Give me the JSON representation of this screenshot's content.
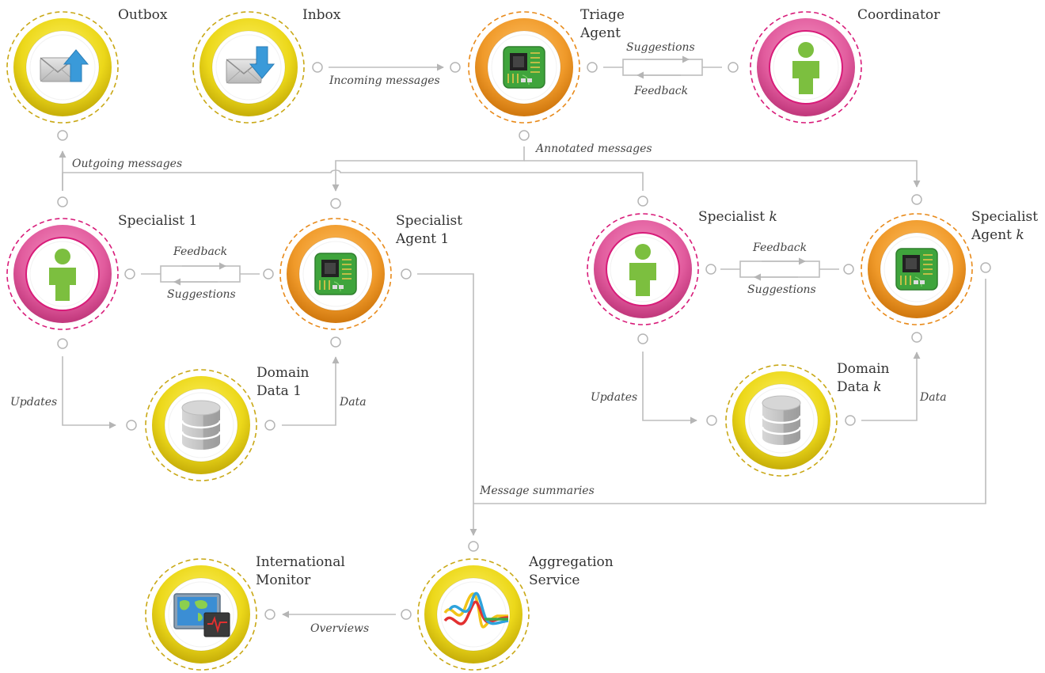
{
  "nodes": {
    "outbox": {
      "label": "Outbox",
      "kind": "yellow",
      "icon": "mail-upload-icon"
    },
    "inbox": {
      "label": "Inbox",
      "kind": "yellow",
      "icon": "mail-download-icon"
    },
    "triage": {
      "line1": "Triage",
      "line2": "Agent",
      "kind": "orange",
      "icon": "circuit-chip-icon"
    },
    "coordinator": {
      "label": "Coordinator",
      "kind": "pink",
      "icon": "person-icon"
    },
    "specialist1": {
      "label": "Specialist 1",
      "kind": "pink",
      "icon": "person-icon"
    },
    "specagent1": {
      "line1": "Specialist",
      "line2": "Agent 1",
      "kind": "orange",
      "icon": "circuit-chip-icon"
    },
    "domain1": {
      "line1": "Domain",
      "line2": "Data 1",
      "kind": "yellow",
      "icon": "database-icon"
    },
    "specialistk": {
      "label": "Specialist",
      "var": "k",
      "kind": "pink",
      "icon": "person-icon"
    },
    "specagentk": {
      "line1": "Specialist",
      "line2": "Agent",
      "var": "k",
      "kind": "orange",
      "icon": "circuit-chip-icon"
    },
    "domaink": {
      "line1": "Domain",
      "line2": "Data",
      "var": "k",
      "kind": "yellow",
      "icon": "database-icon"
    },
    "aggregation": {
      "line1": "Aggregation",
      "line2": "Service",
      "kind": "yellow",
      "icon": "signal-waves-icon"
    },
    "monitor": {
      "line1": "International",
      "line2": "Monitor",
      "kind": "yellow",
      "icon": "world-map-monitor-icon"
    }
  },
  "edges": {
    "incoming": "Incoming messages",
    "outgoing": "Outgoing messages",
    "annotated": "Annotated messages",
    "triage_suggestions": "Suggestions",
    "triage_feedback": "Feedback",
    "s1_feedback": "Feedback",
    "s1_suggestions": "Suggestions",
    "sk_feedback": "Feedback",
    "sk_suggestions": "Suggestions",
    "updates1": "Updates",
    "data1": "Data",
    "updatesk": "Updates",
    "datak": "Data",
    "summaries": "Message summaries",
    "overviews": "Overviews"
  },
  "colors": {
    "yellow_ring": "#e8da1e",
    "yellow_dash": "#c9a816",
    "orange_ring": "#f0a030",
    "orange_dash": "#e88a1a",
    "pink_ring": "#e0559a",
    "pink_dash": "#d81b79",
    "connector": "#bdbdbd",
    "person": "#7cbf3f",
    "mail_arrow": "#3a9ad9"
  }
}
